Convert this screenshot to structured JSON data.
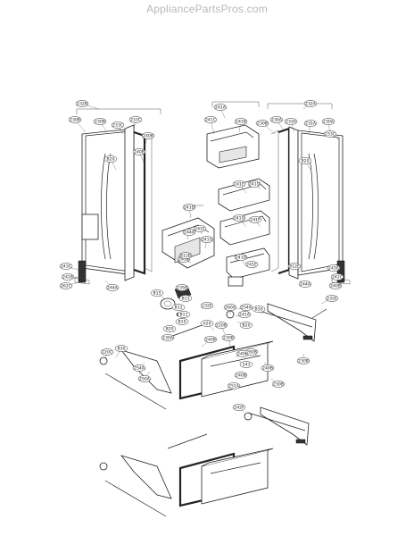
{
  "watermark": "AppliancePartsPros.com",
  "callouts": [
    "232B",
    "232A",
    "230B",
    "230B",
    "233C",
    "233C",
    "240B",
    "240B",
    "241A",
    "241C",
    "241B",
    "230B",
    "230A",
    "233A",
    "231A",
    "230A",
    "233C",
    "241D",
    "241E",
    "241F",
    "241G",
    "B20",
    "B20",
    "241D",
    "241E",
    "241G",
    "244A",
    "241D",
    "241B",
    "241E",
    "232E",
    "812B",
    "243C",
    "241B",
    "262C",
    "244A",
    "243A",
    "242C",
    "240B",
    "812E",
    "244A",
    "232E",
    "B15",
    "235B",
    "B13",
    "B12",
    "B11",
    "B10",
    "B20",
    "A20",
    "220B",
    "B20",
    "241A",
    "254A",
    "260A",
    "230A",
    "240B",
    "230B",
    "240B",
    "243",
    "B30",
    "220C",
    "250A",
    "254A",
    "251A",
    "240B",
    "230B",
    "260B",
    "240B",
    "230B",
    "B30",
    "242F"
  ]
}
